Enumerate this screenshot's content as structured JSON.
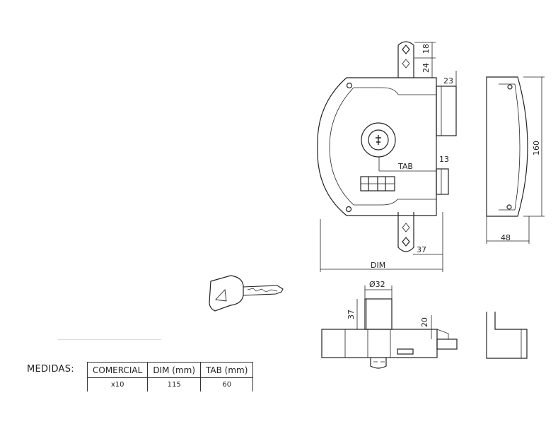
{
  "dimensions": {
    "d18": "18",
    "d24": "24",
    "d23": "23",
    "d160": "160",
    "d13": "13",
    "tab": "TAB",
    "d37_top": "37",
    "d48": "48",
    "dim": "DIM",
    "d32": "Ø32",
    "d37_side": "37",
    "d20": "20"
  },
  "table": {
    "label": "MEDIDAS:",
    "headers": [
      "COMERCIAL",
      "DIM (mm)",
      "TAB (mm)"
    ],
    "row": [
      "x10",
      "115",
      "60"
    ]
  }
}
